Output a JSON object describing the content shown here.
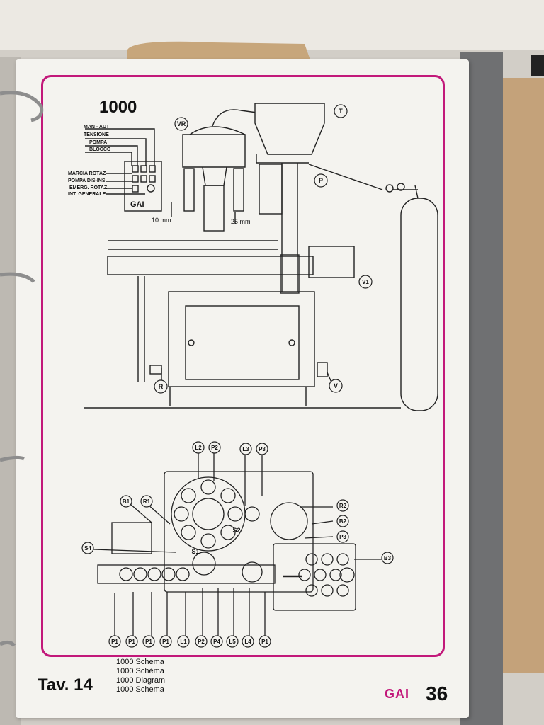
{
  "page": {
    "model": "1000",
    "table_label": "Tav. 14",
    "captions": [
      "1000 Schema",
      "1000 Schéma",
      "1000 Diagram",
      "1000 Schema"
    ],
    "brand": "GAI",
    "page_number": "36",
    "accent_color": "#c2187a"
  },
  "control_panel": {
    "labels": [
      "MAN - AUT",
      "TENSIONE",
      "POMPA",
      "BLOCCO",
      "MARCIA ROTAZ",
      "POMPA DIS-INS",
      "EMERG. ROTAZ",
      "INT. GENERALE"
    ],
    "logo": "GAI"
  },
  "machine_diagram": {
    "callouts": [
      "VR",
      "T",
      "P",
      "V1",
      "R",
      "V"
    ],
    "dimensions": [
      "10 mm",
      "25 mm"
    ]
  },
  "schema_diagram": {
    "callouts_top": [
      "L2",
      "P2",
      "L3",
      "P3"
    ],
    "callouts_left": [
      "B1",
      "R1",
      "S4"
    ],
    "callouts_right": [
      "R2",
      "B2",
      "P3",
      "B3"
    ],
    "callouts_center": [
      "S1",
      "S2"
    ],
    "callouts_bottom": [
      "P1",
      "P1",
      "P1",
      "P1",
      "L1",
      "P2",
      "P4",
      "L5",
      "L4",
      "P1"
    ]
  }
}
